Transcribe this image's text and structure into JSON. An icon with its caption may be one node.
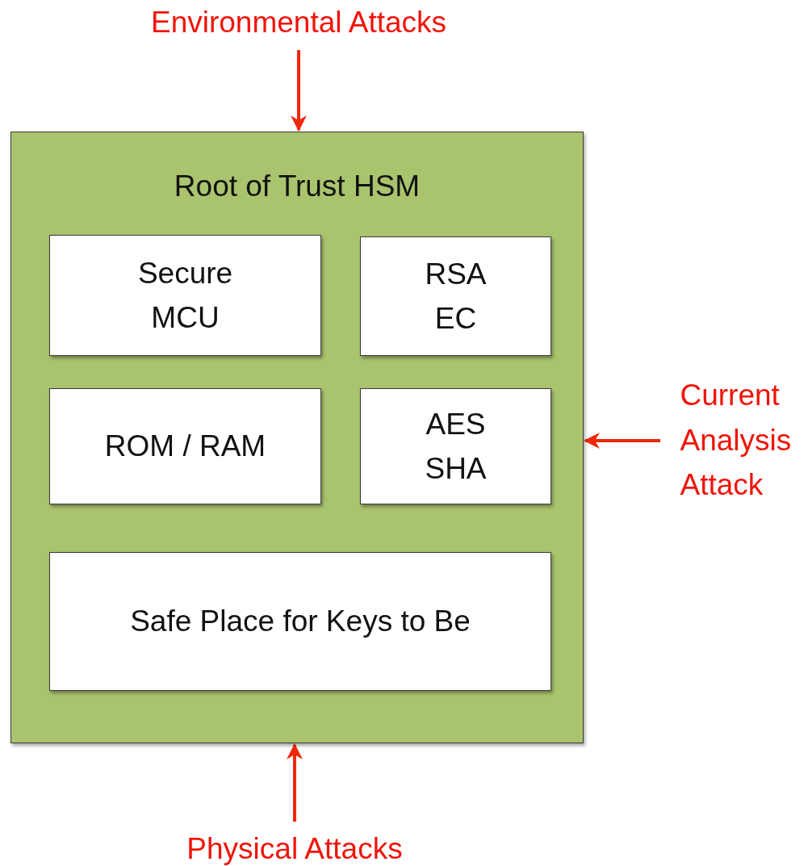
{
  "diagram": {
    "nodes": [
      {
        "text": [
          "Environmental Attacks"
        ]
      },
      {
        "text": [
          "Root of Trust HSM"
        ]
      },
      {
        "text": [
          "Secure MCU"
        ],
        "in": 1
      },
      {
        "text": [
          "RSA EC"
        ],
        "in": 1
      },
      {
        "text": [
          "ROM / RAM"
        ],
        "in": 1
      },
      {
        "text": [
          "AES SHA"
        ],
        "in": 1
      },
      {
        "text": [
          "Safe Place for Keys to Be"
        ],
        "in": 1
      },
      {
        "text": [
          "Current Analysis Attack"
        ]
      },
      {
        "text": [
          "Physical Attacks"
        ]
      }
    ],
    "edges": [
      {
        "from": 0,
        "to": 1,
        "arrow": "to"
      },
      {
        "from": 7,
        "to": 1,
        "arrow": "to"
      },
      {
        "from": 8,
        "to": 1,
        "arrow": "to"
      }
    ]
  }
}
